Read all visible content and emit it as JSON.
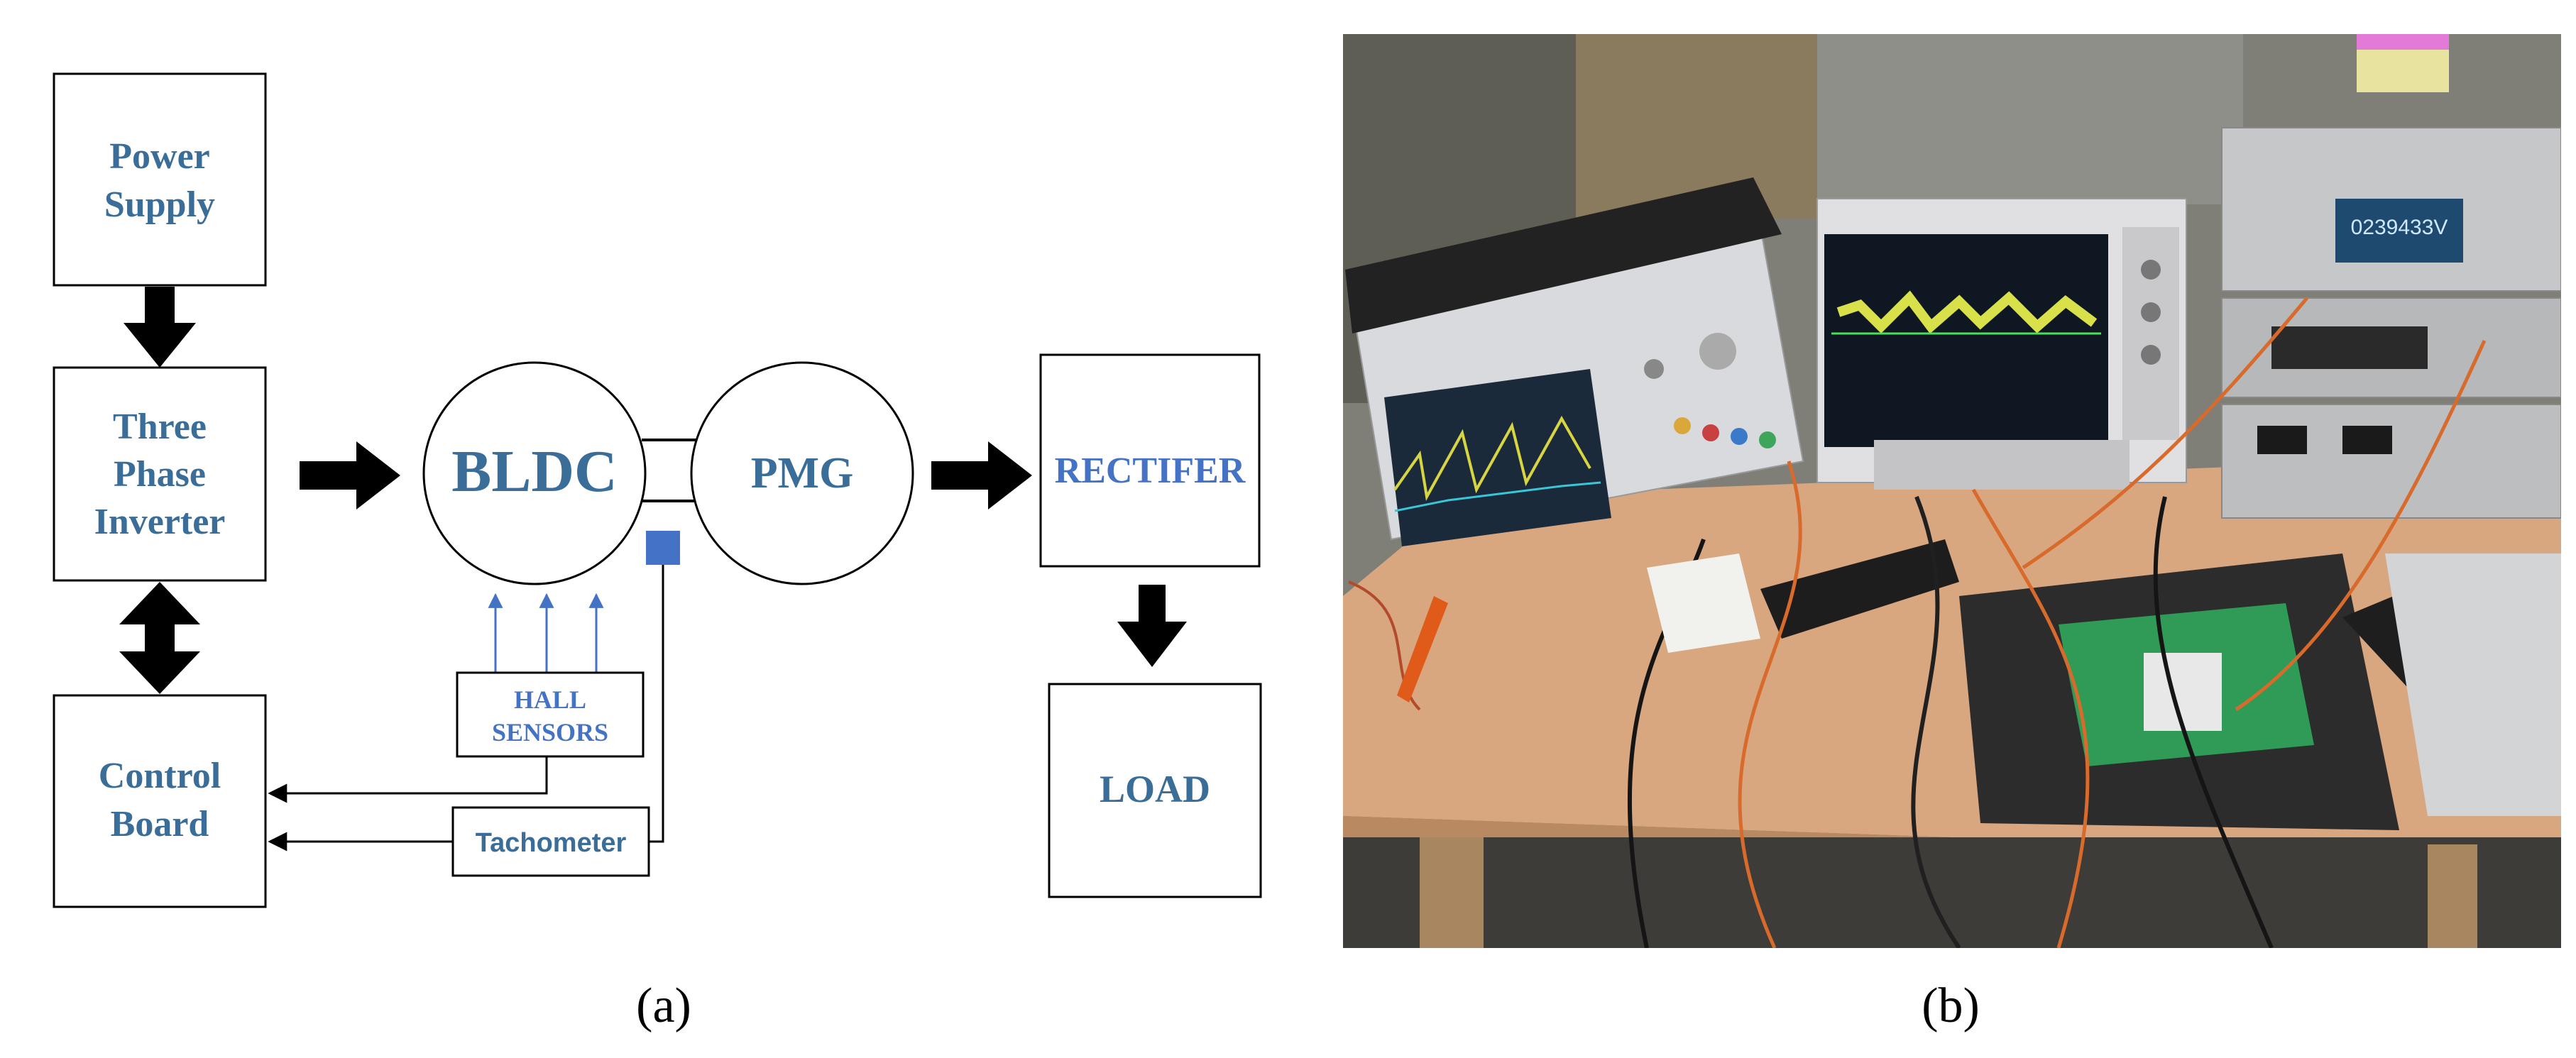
{
  "colors": {
    "label_blue": "#3b6d99",
    "hall_blue": "#4472c4",
    "box_stroke": "#000000",
    "arrow": "#000000",
    "hall_arrow": "#4472c4",
    "tacho_marker": "#4472c4"
  },
  "panel_a": {
    "caption": "(a)",
    "boxes": {
      "power_supply": {
        "line1": "Power",
        "line2": "Supply"
      },
      "three_phase_inverter": {
        "line1": "Three",
        "line2": "Phase",
        "line3": "Inverter"
      },
      "control_board": {
        "line1": "Control",
        "line2": "Board"
      },
      "rectifier": {
        "label": "RECTIFER"
      },
      "load": {
        "label": "LOAD"
      },
      "hall_sensors": {
        "line1": "HALL",
        "line2": "SENSORS"
      },
      "tachometer": {
        "label": "Tachometer"
      }
    },
    "machines": {
      "bldc": {
        "label": "BLDC"
      },
      "pmg": {
        "label": "PMG"
      }
    }
  },
  "panel_b": {
    "caption": "(b)",
    "photo": {
      "description_icon": "lab-bench-photo",
      "multimeter_readout": "0239433V"
    }
  }
}
